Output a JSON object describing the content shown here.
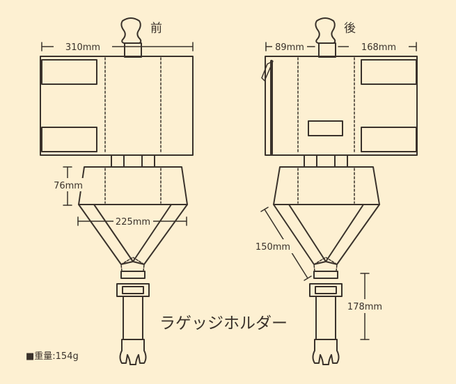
{
  "front": {
    "label": "前",
    "width_dim": "310mm",
    "height_dim": "76mm",
    "bottom_dim": "225mm"
  },
  "back": {
    "label": "後",
    "left_dim": "89mm",
    "right_dim": "168mm",
    "strap_dim": "150mm",
    "buckle_dim": "178mm"
  },
  "product_name": "ラゲッジホルダー",
  "weight": "■重量:154g",
  "colors": {
    "background": "#fdf0d2",
    "line": "#3a322b"
  }
}
